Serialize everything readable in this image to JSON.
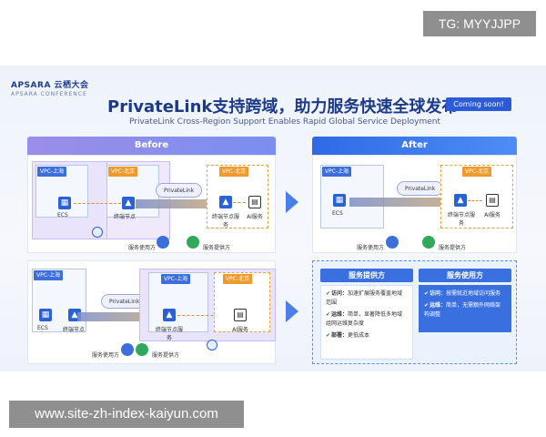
{
  "watermark_top": "TG: MYYJJPP",
  "watermark_bottom": "www.site-zh-index-kaiyun.com",
  "brand": {
    "name": "APSARA 云栖大会",
    "sub": "APSARA CONFERENCE"
  },
  "title": "PrivateLink支持跨域，助力服务快速全球发布",
  "subtitle": "PrivateLink Cross-Region Support Enables Rapid Global Service Deployment",
  "badge": "Coming soon!",
  "headers": {
    "before": "Before",
    "after": "After"
  },
  "labels": {
    "vpc_shanghai": "VPC-上海",
    "vpc_beijing": "VPC-北京",
    "ecs": "ECS",
    "endpoint": "终端节点",
    "endpoint_service": "终端节点服务",
    "ai_service": "AI服务",
    "privatelink": "PrivateLink",
    "service_user": "服务使用方",
    "service_provider": "服务提供方"
  },
  "cards": {
    "provider": {
      "title": "服务提供方",
      "items": [
        {
          "key": "访问：",
          "text": "加速扩展服务覆盖地域范围"
        },
        {
          "key": "运维：",
          "text": "简单，显著降低多地域组网运维复杂度"
        },
        {
          "key": "部署：",
          "text": "更低成本"
        }
      ]
    },
    "consumer": {
      "title": "服务使用方",
      "items": [
        {
          "key": "访问：",
          "text": "按需就近地域访问服务"
        },
        {
          "key": "运维：",
          "text": "简单，无需额外网络架构调整"
        }
      ]
    }
  },
  "colors": {
    "brand": "#1d3a8a",
    "accent_blue": "#2d5bd7",
    "before_purple": "#8f8ef0",
    "orange": "#f09a2c"
  }
}
